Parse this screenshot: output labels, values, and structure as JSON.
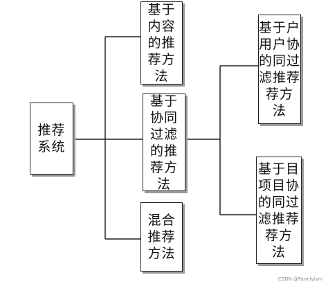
{
  "nodes": {
    "root": {
      "lines": [
        "推荐",
        "系统"
      ]
    },
    "content_based": {
      "lines": [
        "基于",
        "内容",
        "的推",
        "荐方",
        "法"
      ]
    },
    "collaborative": {
      "lines": [
        "基于",
        "协同",
        "过滤",
        "的推",
        "荐方",
        "法"
      ]
    },
    "hybrid": {
      "lines": [
        "混合",
        "推荐",
        "方法"
      ]
    },
    "user_cf": {
      "lines": [
        "基于户",
        "用户协",
        "的同过",
        "滤推荐",
        "荐方",
        "法"
      ]
    },
    "item_cf": {
      "lines": [
        "基于目",
        "项目协",
        "的同过",
        "滤推荐",
        "荐方",
        "法"
      ]
    }
  },
  "watermark": "CSDN @Familyism"
}
